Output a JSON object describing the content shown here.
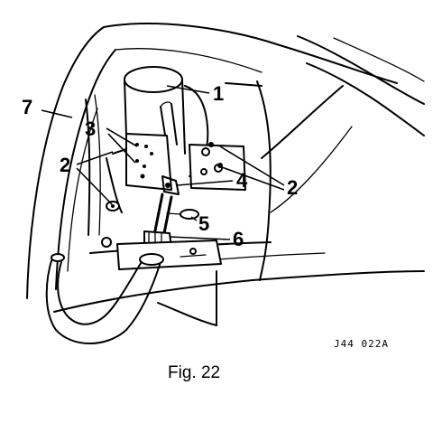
{
  "figure": {
    "labels": {
      "l1": "1",
      "l2a": "2",
      "l2b": "2",
      "l3": "3",
      "l4": "4",
      "l5": "5",
      "l6": "6",
      "l7": "7"
    },
    "ref_code": "J44 022A",
    "caption": "Fig. 22"
  }
}
